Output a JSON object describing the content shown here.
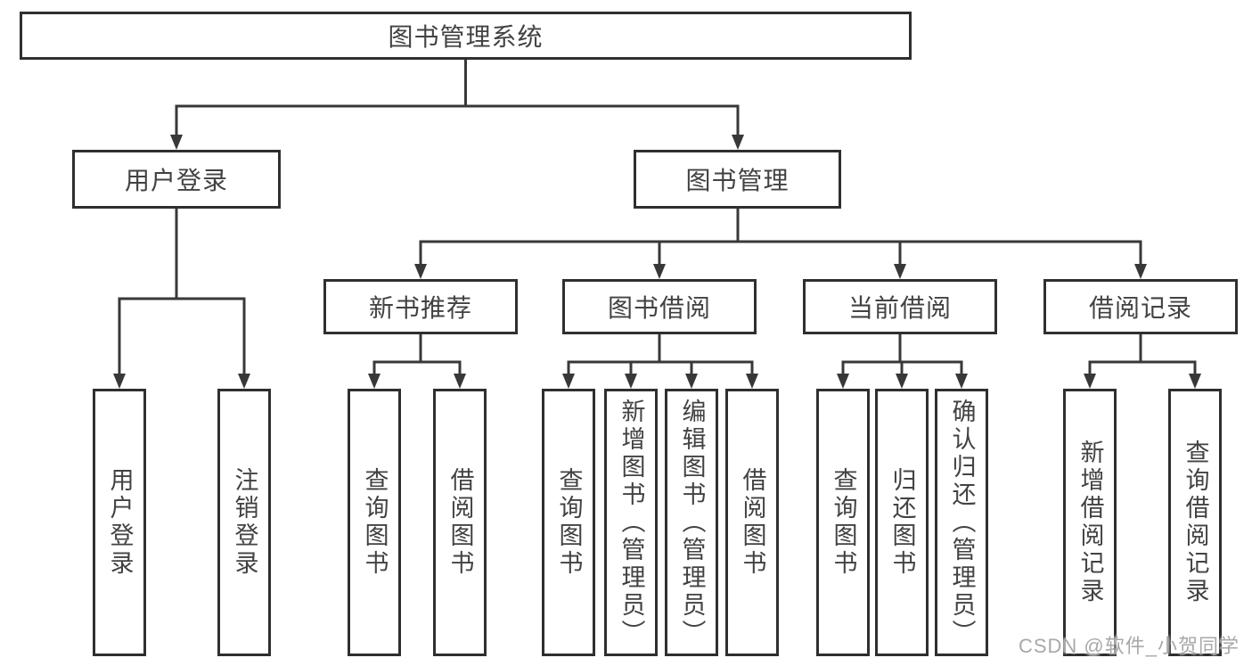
{
  "watermark": {
    "text": "CSDN @软件_小贺同学",
    "color": "#a8a8a8"
  },
  "colors": {
    "background": "#ffffff",
    "box_border": "#2f2f2f",
    "line": "#383838",
    "text": "#424242"
  },
  "diagram": {
    "root": {
      "label": "图书管理系统"
    },
    "user_branch": {
      "label": "用户登录",
      "children": [
        {
          "label": "用户登录"
        },
        {
          "label": "注销登录"
        }
      ]
    },
    "book_branch": {
      "label": "图书管理",
      "groups": [
        {
          "label": "新书推荐",
          "children": [
            {
              "label": "查询图书"
            },
            {
              "label": "借阅图书"
            }
          ]
        },
        {
          "label": "图书借阅",
          "children": [
            {
              "label": "查询图书"
            },
            {
              "label": "新增图书（管理员）"
            },
            {
              "label": "编辑图书（管理员）"
            },
            {
              "label": "借阅图书"
            }
          ]
        },
        {
          "label": "当前借阅",
          "children": [
            {
              "label": "查询图书"
            },
            {
              "label": "归还图书"
            },
            {
              "label": "确认归还（管理员）"
            }
          ]
        },
        {
          "label": "借阅记录",
          "children": [
            {
              "label": "新增借阅记录"
            },
            {
              "label": "查询借阅记录"
            }
          ]
        }
      ]
    }
  }
}
